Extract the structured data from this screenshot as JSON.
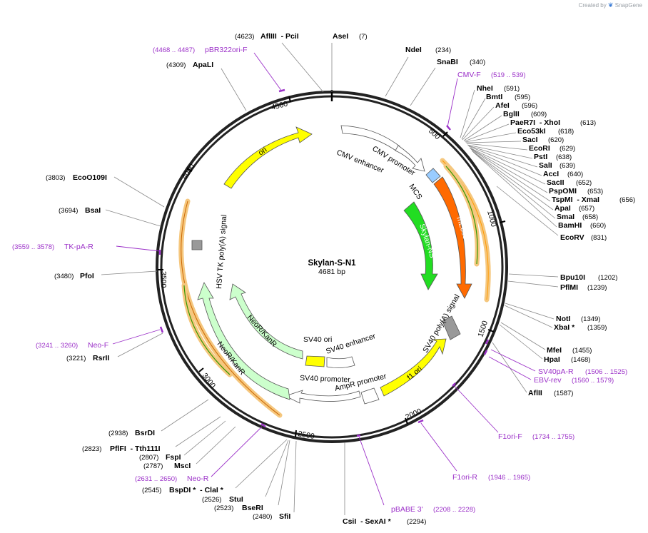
{
  "brand": {
    "prefix": "Created by",
    "name": "SnapGene"
  },
  "plasmid": {
    "name": "Skylan-S-N1",
    "length": "4681 bp"
  },
  "colors": {
    "ring": "#222222",
    "primer": "#9b30c8",
    "ori": "#ffff00",
    "mEos": "#ff6a00",
    "skylan": "#22dd22",
    "neo": "#ccffcc",
    "mcs": "#99ccff",
    "polyA": "#999999",
    "orfFill": "#f5c77e",
    "orfLine": "#339900"
  },
  "ticks": [
    {
      "label": "500",
      "bp": 500
    },
    {
      "label": "1000",
      "bp": 1000
    },
    {
      "label": "1500",
      "bp": 1500
    },
    {
      "label": "2000",
      "bp": 2000
    },
    {
      "label": "2500",
      "bp": 2500
    },
    {
      "label": "3000",
      "bp": 3000
    },
    {
      "label": "3500",
      "bp": 3500
    },
    {
      "label": "4000",
      "bp": 4000
    },
    {
      "label": "4500",
      "bp": 4500
    }
  ],
  "features": [
    {
      "name": "ori"
    },
    {
      "name": "CMV enhancer"
    },
    {
      "name": "CMV promoter"
    },
    {
      "name": "MCS"
    },
    {
      "name": "mEos3.1"
    },
    {
      "name": "Skylan-NS"
    },
    {
      "name": "SV40 poly(A) signal"
    },
    {
      "name": "f1 ori"
    },
    {
      "name": "AmpR promoter"
    },
    {
      "name": "SV40 promoter"
    },
    {
      "name": "SV40 enhancer"
    },
    {
      "name": "SV40 ori"
    },
    {
      "name": "NeoR/KanR"
    },
    {
      "name": "NeoR/KanR"
    },
    {
      "name": "HSV TK poly(A) signal"
    }
  ],
  "enzymes": [
    {
      "name": "AseI",
      "pos": "(7)"
    },
    {
      "name": "NdeI",
      "pos": "(234)"
    },
    {
      "name": "SnaBI",
      "pos": "(340)"
    },
    {
      "name": "NheI",
      "pos": "(591)"
    },
    {
      "name": "BmtI",
      "pos": "(595)"
    },
    {
      "name": "AfeI",
      "pos": "(596)"
    },
    {
      "name": "BglII",
      "pos": "(609)"
    },
    {
      "name": "PaeR7I  - XhoI",
      "pos": "(613)"
    },
    {
      "name": "Eco53kI",
      "pos": "(618)"
    },
    {
      "name": "SacI",
      "pos": "(620)"
    },
    {
      "name": "EcoRI",
      "pos": "(629)"
    },
    {
      "name": "PstI",
      "pos": "(638)"
    },
    {
      "name": "SalI",
      "pos": "(639)"
    },
    {
      "name": "AccI",
      "pos": "(640)"
    },
    {
      "name": "SacII",
      "pos": "(652)"
    },
    {
      "name": "PspOMI",
      "pos": "(653)"
    },
    {
      "name": "TspMI  - XmaI",
      "pos": "(656)"
    },
    {
      "name": "ApaI",
      "pos": "(657)"
    },
    {
      "name": "SmaI",
      "pos": "(658)"
    },
    {
      "name": "BamHI",
      "pos": "(660)"
    },
    {
      "name": "EcoRV",
      "pos": "(831)"
    },
    {
      "name": "Bpu10I",
      "pos": "(1202)"
    },
    {
      "name": "PflMI",
      "pos": "(1239)"
    },
    {
      "name": "NotI",
      "pos": "(1349)"
    },
    {
      "name": "XbaI *",
      "pos": "(1359)"
    },
    {
      "name": "MfeI",
      "pos": "(1455)"
    },
    {
      "name": "HpaI",
      "pos": "(1468)"
    },
    {
      "name": "AflII",
      "pos": "(1587)"
    },
    {
      "name": "CsiI  - SexAI *",
      "pos": "(2294)"
    },
    {
      "name": "SfiI",
      "pos": "(2480)"
    },
    {
      "name": "BseRI",
      "pos": "(2523)"
    },
    {
      "name": "StuI",
      "pos": "(2526)"
    },
    {
      "name": "BspDI *  - ClaI *",
      "pos": "(2545)"
    },
    {
      "name": "MscI",
      "pos": "(2787)"
    },
    {
      "name": "FspI",
      "pos": "(2807)"
    },
    {
      "name": "PflFI  - Tth111I",
      "pos": "(2823)"
    },
    {
      "name": "BsrDI",
      "pos": "(2938)"
    },
    {
      "name": "RsrII",
      "pos": "(3221)"
    },
    {
      "name": "PfoI",
      "pos": "(3480)"
    },
    {
      "name": "BsaI",
      "pos": "(3694)"
    },
    {
      "name": "EcoO109I",
      "pos": "(3803)"
    },
    {
      "name": "ApaLI",
      "pos": "(4309)"
    },
    {
      "name": "AflIII  - PciI",
      "pos": "(4623)"
    }
  ],
  "primers": [
    {
      "name": "CMV-F",
      "range": "(519 .. 539)"
    },
    {
      "name": "SV40pA-R",
      "range": "(1506 .. 1525)"
    },
    {
      "name": "EBV-rev",
      "range": "(1560 .. 1579)"
    },
    {
      "name": "F1ori-F",
      "range": "(1734 .. 1755)"
    },
    {
      "name": "F1ori-R",
      "range": "(1946 .. 1965)"
    },
    {
      "name": "pBABE 3'",
      "range": "(2208 .. 2228)"
    },
    {
      "name": "Neo-R",
      "range": "(2631 .. 2650)"
    },
    {
      "name": "Neo-F",
      "range": "(3241 .. 3260)"
    },
    {
      "name": "TK-pA-R",
      "range": "(3559 .. 3578)"
    },
    {
      "name": "pBR322ori-F",
      "range": "(4468 .. 4487)"
    }
  ]
}
